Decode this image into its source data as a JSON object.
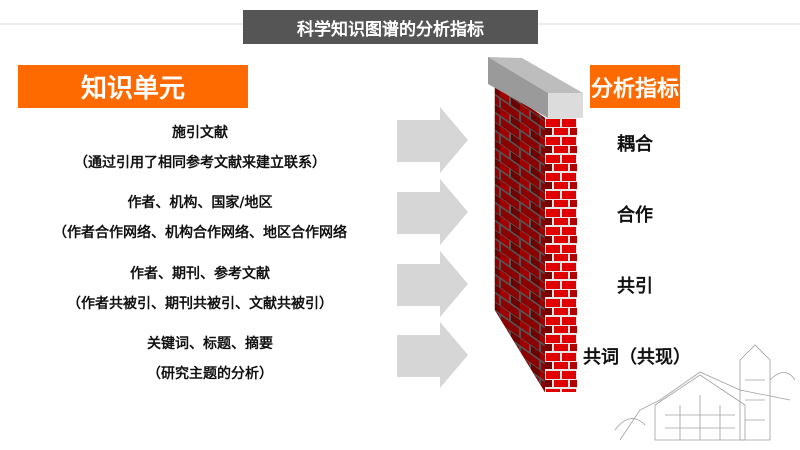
{
  "title": "科学知识图谱的分析指标",
  "left_header": "知识单元",
  "right_header": "分析指标",
  "units": [
    {
      "main": "施引文献",
      "detail": "（通过引用了相同参考文献来建立联系）"
    },
    {
      "main": "作者、机构、国家/地区",
      "detail": "（作者合作网络、机构合作网络、地区合作网络"
    },
    {
      "main": "作者、期刊、参考文献",
      "detail": "（作者共被引、期刊共被引、文献共被引）"
    },
    {
      "main": "关键词、标题、摘要",
      "detail": "（研究主题的分析）"
    }
  ],
  "metrics": [
    "耦合",
    "合作",
    "共引",
    "共词（共现）"
  ],
  "colors": {
    "accent": "#ff6a00",
    "title_bg": "#555555",
    "brick": "#e00000",
    "brick_dark": "#8b0000"
  }
}
